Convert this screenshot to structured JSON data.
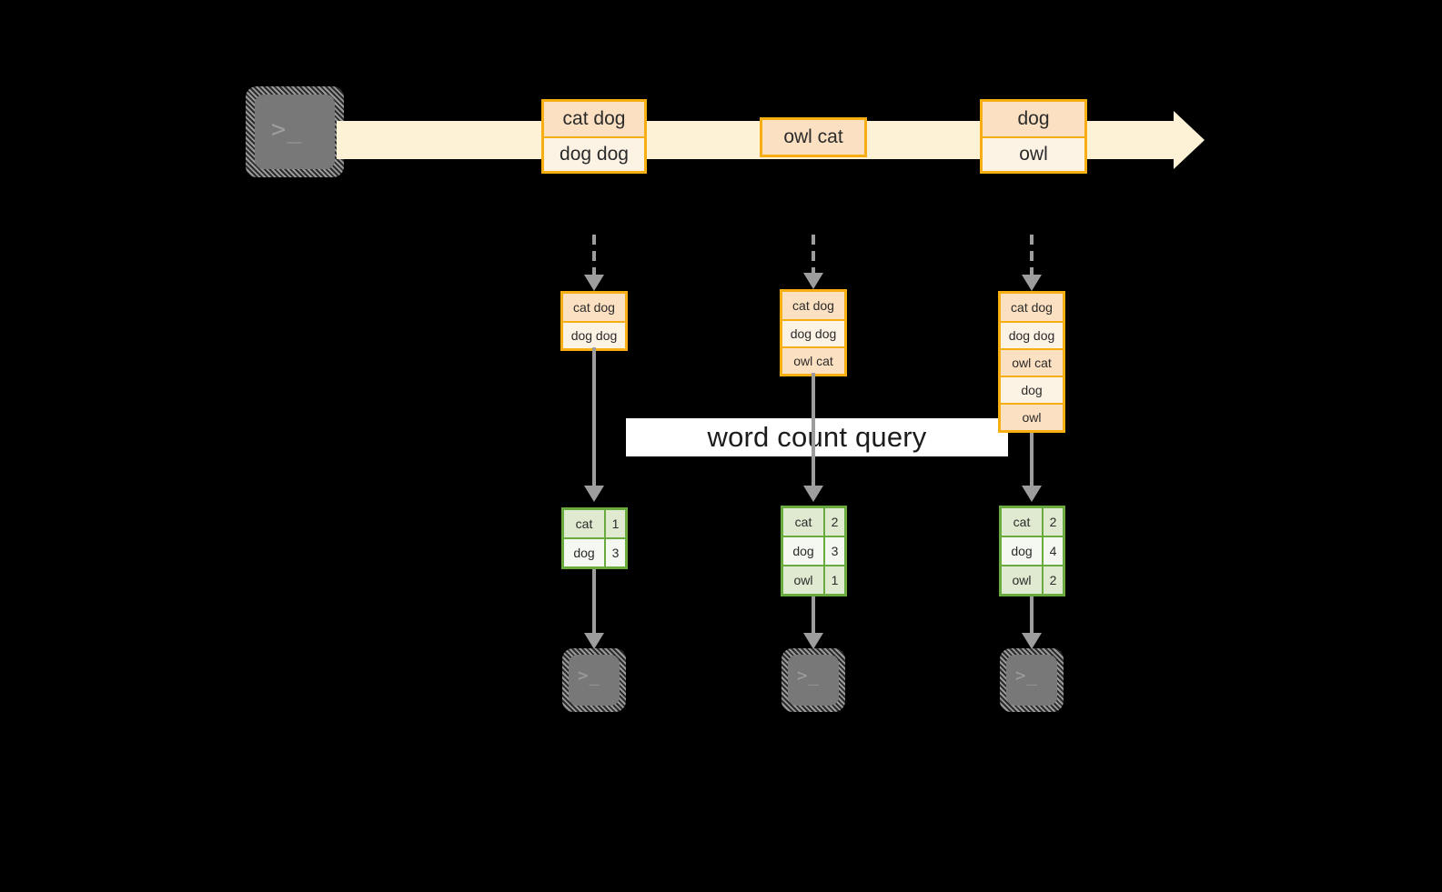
{
  "diagram": {
    "title": "word count query",
    "colors": {
      "background": "#000000",
      "record_border": "#f6ae12",
      "record_fill_dark": "#fce0c2",
      "record_fill_light": "#fdf3e5",
      "stream_band": "#fdf2d6",
      "result_border": "#6aab3f",
      "result_fill_dark": "#dfead1",
      "result_fill_light": "#f4f8f0",
      "connector": "#9d9d9d",
      "terminal_face": "#787878",
      "banner": "#ffffff"
    }
  },
  "source": {
    "icon": "terminal-icon",
    "prompt": ">_"
  },
  "stream": {
    "records": [
      {
        "id": "record-1",
        "lines": [
          "cat dog",
          "dog dog"
        ]
      },
      {
        "id": "record-2",
        "lines": [
          "owl cat"
        ]
      },
      {
        "id": "record-3",
        "lines": [
          "dog",
          "owl"
        ]
      }
    ]
  },
  "snapshots": [
    {
      "id": "snapshot-1",
      "table": {
        "rows": [
          "cat dog",
          "dog dog"
        ]
      },
      "result": {
        "rows": [
          {
            "word": "cat",
            "count": "1"
          },
          {
            "word": "dog",
            "count": "3"
          }
        ]
      },
      "sink": {
        "icon": "terminal-icon",
        "prompt": ">_"
      }
    },
    {
      "id": "snapshot-2",
      "table": {
        "rows": [
          "cat dog",
          "dog dog",
          "owl cat"
        ]
      },
      "result": {
        "rows": [
          {
            "word": "cat",
            "count": "2"
          },
          {
            "word": "dog",
            "count": "3"
          },
          {
            "word": "owl",
            "count": "1"
          }
        ]
      },
      "sink": {
        "icon": "terminal-icon",
        "prompt": ">_"
      }
    },
    {
      "id": "snapshot-3",
      "table": {
        "rows": [
          "cat dog",
          "dog dog",
          "owl cat",
          "dog",
          "owl"
        ]
      },
      "result": {
        "rows": [
          {
            "word": "cat",
            "count": "2"
          },
          {
            "word": "dog",
            "count": "4"
          },
          {
            "word": "owl",
            "count": "2"
          }
        ]
      },
      "sink": {
        "icon": "terminal-icon",
        "prompt": ">_"
      }
    }
  ]
}
